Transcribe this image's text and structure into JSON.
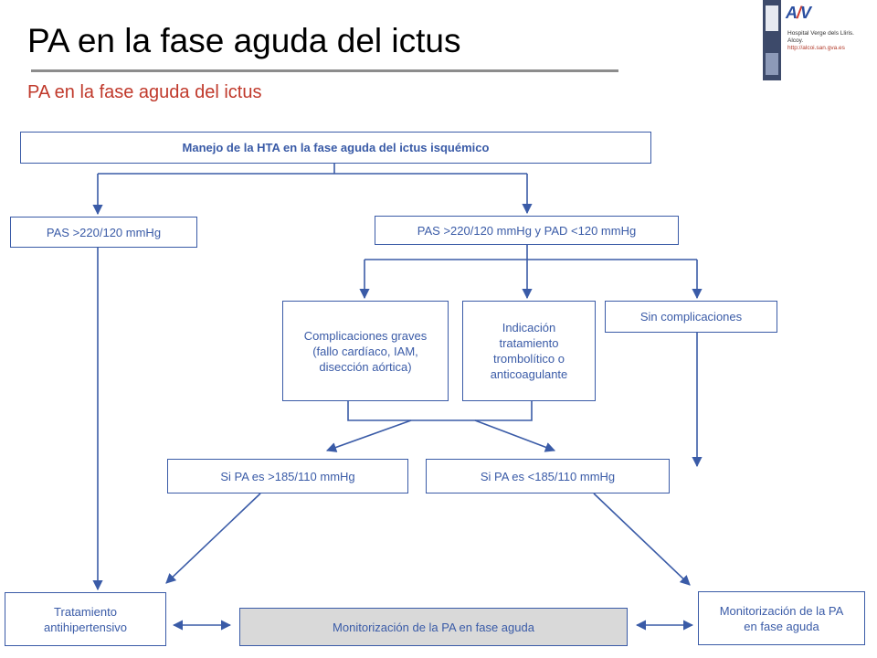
{
  "header": {
    "title": "PA en la fase aguda del ictus",
    "subtitle": "PA en la fase aguda del ictus"
  },
  "logo": {
    "icon": "av-logo-icon",
    "line1": "Hospital Verge dels Lliris.",
    "line2": "Alcoy.",
    "url": "http://alcoi.san.gva.es"
  },
  "colors": {
    "title_text": "#000000",
    "subtitle_text": "#c0392b",
    "diagram_blue": "#3a5ba7",
    "highlight_box": "#d9d9d9"
  },
  "diagram": {
    "root": "Manejo de la HTA en la fase aguda del ictus isquémico",
    "pas_high": "PAS >220/120 mmHg",
    "pas_pad": "PAS >220/120 mmHg y PAD <120 mmHg",
    "complicaciones": "Complicaciones graves\n(fallo cardíaco, IAM,\ndisección aórtica)",
    "indicacion": "Indicación\ntratamiento\ntrombolítico o\nanticoagulante",
    "sin_complicaciones": "Sin complicaciones",
    "pa_mayor": "Si PA es >185/110 mmHg",
    "pa_menor": "Si PA es <185/110 mmHg",
    "tratamiento": "Tratamiento\nantihipertensivo",
    "monitorizacion_centro": "Monitorización de la PA en fase aguda",
    "monitorizacion_derecha": "Monitorización de la PA\nen fase aguda"
  }
}
